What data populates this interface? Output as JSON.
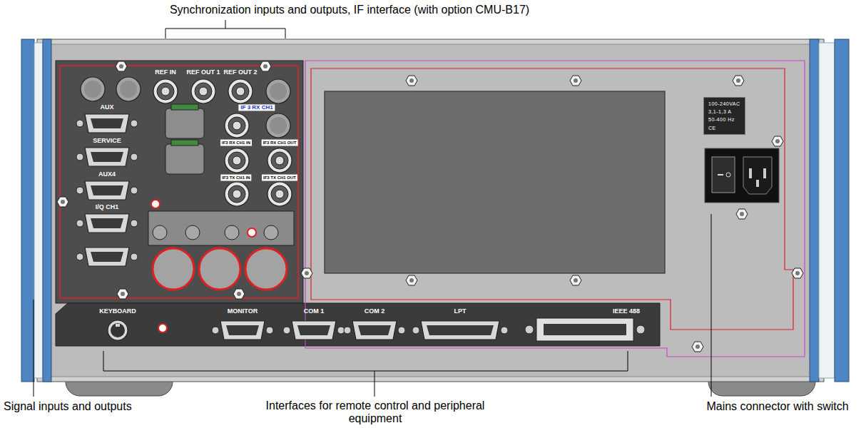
{
  "diagram": {
    "nodes": [
      {
        "text": [
          "100-240VAC",
          "3,1-1,3 A",
          "50-400 Hz",
          "CE"
        ]
      }
    ],
    "labels": [
      "Synchronization inputs and outputs, IF interface (with option CMU-B17)",
      "REF IN",
      "REF OUT 1",
      "REF OUT 2",
      "AUX",
      "SERVICE",
      "AUX4",
      "I/Q CH1",
      "IF 3 RX CH1",
      "IF3 RX CH1 IN",
      "IF3 RX CH1 OUT",
      "IF3 TX CH1 IN",
      "IF3 TX CH1 OUT",
      "KEYBOARD",
      "MONITOR",
      "COM 1",
      "COM 2",
      "LPT",
      "IEEE 488",
      "Signal inputs and outputs",
      "Interfaces for remote control and peripheral equipment",
      "Mains connector with switch"
    ]
  }
}
